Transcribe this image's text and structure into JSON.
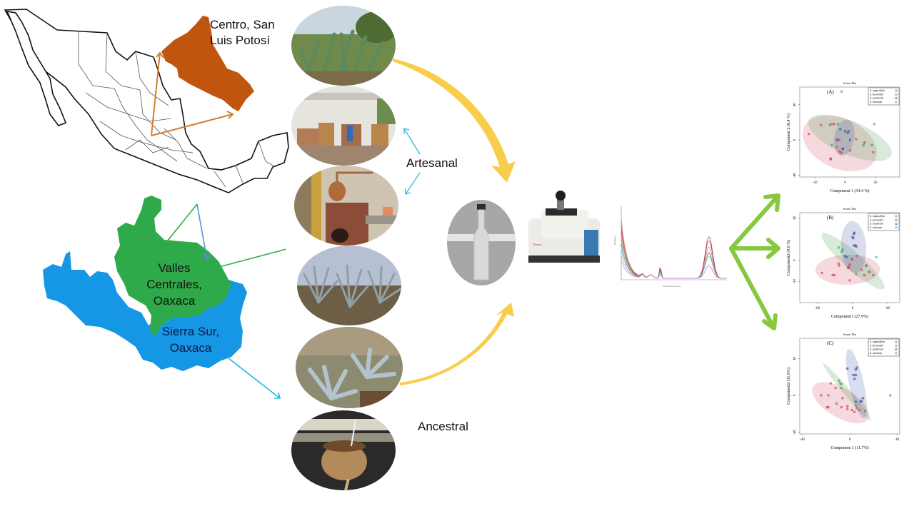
{
  "regions": {
    "slp": {
      "label": "Centro, San Luis Potosí",
      "color": "#c0560d"
    },
    "valles": {
      "label": "Valles Centrales, Oaxaca",
      "color": "#2faa4a"
    },
    "sierra": {
      "label": "Sierra Sur, Oaxaca",
      "color": "#1597e5"
    }
  },
  "process_labels": {
    "artesanal": "Artesanal",
    "ancestral": "Ancestral"
  },
  "photos": [
    {
      "name": "agave-field-photo",
      "subject": "agave field, San Luis Potosí"
    },
    {
      "name": "artisanal-distillery-photo",
      "subject": "wooden fermentation tanks"
    },
    {
      "name": "copper-still-photo",
      "subject": "copper alembic still"
    },
    {
      "name": "blue-agave-photo",
      "subject": "agave plants Valles Centrales"
    },
    {
      "name": "wild-agave-photo",
      "subject": "agave plants Sierra Sur"
    },
    {
      "name": "clay-pot-distillation-photo",
      "subject": "ancestral clay pot distillation"
    },
    {
      "name": "mezcal-bottle-photo",
      "subject": "mezcal sample bottle"
    },
    {
      "name": "ftir-spectrometer-photo",
      "subject": "FTIR spectrometer"
    }
  ],
  "colors": {
    "arrow_yellow": "#f8cd4c",
    "arrow_green": "#86c940",
    "arrow_orange": "#d2802a",
    "arrow_cyan": "#27b5dc"
  },
  "chart_data": [
    {
      "type": "line",
      "title": "",
      "xlabel": "Wavenumber (cm-1)",
      "ylabel": "Absorbance",
      "description": "Overlaid FTIR spectra of mezcal samples, strong peak region on right side",
      "series_count": 8
    },
    {
      "type": "scatter",
      "title": "Scores Plot",
      "panel": "(A)",
      "xlabel": "Component 1 (34.4 %)",
      "ylabel": "Component 2 (8.4 %)",
      "xticks": [
        "-50",
        "0",
        "50"
      ],
      "yticks": [
        "-40",
        "0",
        "40"
      ],
      "xlim": [
        -75,
        90
      ],
      "ylim": [
        -42,
        60
      ],
      "legend": [
        "A. angustifolia",
        "A. karwinskii",
        "A. potatorum",
        "A. salmiana"
      ],
      "legend_position": "top-right",
      "series": [
        {
          "name": "A. angustifolia",
          "color": "#d2405a",
          "points": [
            [
              -60,
              7
            ],
            [
              -40,
              17
            ],
            [
              -22,
              18
            ],
            [
              -18,
              18
            ],
            [
              -10,
              -13
            ],
            [
              -8,
              -14
            ],
            [
              -6,
              -15
            ],
            [
              -24,
              -21
            ],
            [
              -24,
              -22
            ],
            [
              -12,
              0
            ],
            [
              -14,
              -8
            ],
            [
              8,
              -12
            ],
            [
              18,
              1
            ],
            [
              32,
              -3
            ],
            [
              46,
              -14
            ],
            [
              -10,
              0
            ]
          ]
        },
        {
          "name": "A. karwinskii",
          "color": "#3a9b4a",
          "points": [
            [
              -25,
              17
            ],
            [
              -12,
              18
            ],
            [
              -22,
              -6
            ],
            [
              30,
              -6
            ],
            [
              44,
              -6
            ],
            [
              32,
              -3
            ]
          ]
        },
        {
          "name": "A. potatorum",
          "color": "#3b4fa0",
          "points": [
            [
              -8,
              12
            ],
            [
              0,
              10
            ],
            [
              4,
              8
            ],
            [
              6,
              10
            ],
            [
              -4,
              -10
            ],
            [
              -14,
              0
            ],
            [
              8,
              0
            ],
            [
              -4,
              -10
            ]
          ]
        },
        {
          "name": "A. salmiana",
          "color": "#27a3c7",
          "points": [
            [
              -6,
              55
            ],
            [
              48,
              18
            ]
          ]
        }
      ]
    },
    {
      "type": "scatter",
      "title": "Scores Plot",
      "panel": "(B)",
      "xlabel": "Component1 (27.9%)",
      "ylabel": "Component2 (9.6 %)",
      "xticks": [
        "-60",
        "0",
        "60"
      ],
      "yticks": [
        "-20",
        "0",
        "40"
      ],
      "xlim": [
        -90,
        80
      ],
      "ylim": [
        -40,
        45
      ],
      "legend": [
        "A. angustifolia",
        "A. karwinskii",
        "A. potatorum",
        "A. salmiana"
      ],
      "legend_position": "top-right",
      "series": [
        {
          "name": "A. angustifolia",
          "color": "#d2405a",
          "points": [
            [
              -52,
              -12
            ],
            [
              -34,
              -14
            ],
            [
              -31,
              -14
            ],
            [
              -24,
              -3
            ],
            [
              -23,
              -5
            ],
            [
              -8,
              -7
            ],
            [
              -7,
              -7
            ],
            [
              -6,
              -6
            ],
            [
              -5,
              -4
            ],
            [
              7,
              4
            ],
            [
              15,
              -9
            ],
            [
              20,
              -14
            ],
            [
              35,
              -14
            ],
            [
              -5,
              -19
            ]
          ]
        },
        {
          "name": "A. karwinskii",
          "color": "#3a9b4a",
          "points": [
            [
              -24,
              12
            ],
            [
              -17,
              10
            ],
            [
              -19,
              8
            ],
            [
              6,
              -13
            ],
            [
              28,
              -11
            ],
            [
              29,
              -11
            ]
          ]
        },
        {
          "name": "A. potatorum",
          "color": "#3b4fa0",
          "points": [
            [
              2,
              25
            ],
            [
              3,
              26
            ],
            [
              0,
              22
            ],
            [
              1,
              21
            ],
            [
              2,
              14
            ],
            [
              5,
              14
            ],
            [
              6,
              13
            ],
            [
              -13,
              4
            ],
            [
              -10,
              3
            ],
            [
              -1,
              1
            ],
            [
              23,
              -5
            ]
          ]
        },
        {
          "name": "A. salmiana",
          "color": "#27a3c7",
          "points": [
            [
              40,
              3
            ]
          ]
        }
      ]
    },
    {
      "type": "scatter",
      "title": "Scores Plot",
      "panel": "(C)",
      "xlabel": "Component 1 (11.7%)",
      "ylabel": "Component2 (11.6%)",
      "xticks": [
        "-40",
        "0",
        "40"
      ],
      "yticks": [
        "-40",
        "0",
        "40"
      ],
      "xlim": [
        -42,
        42
      ],
      "ylim": [
        -42,
        62
      ],
      "legend": [
        "A. angustifolia",
        "A. karwinskii",
        "A. potatorum",
        "A. salmiana"
      ],
      "legend_position": "top-right",
      "series": [
        {
          "name": "A. angustifolia",
          "color": "#d2405a",
          "points": [
            [
              -24,
              0
            ],
            [
              -18,
              0
            ],
            [
              -16,
              13
            ],
            [
              -12,
              8
            ],
            [
              -11,
              -9
            ],
            [
              -6,
              -3
            ],
            [
              -7,
              -13
            ],
            [
              -2,
              -12
            ],
            [
              -2,
              -15
            ],
            [
              2,
              -16
            ],
            [
              4,
              -18
            ],
            [
              6,
              -14
            ],
            [
              8,
              -16
            ],
            [
              -19,
              -13
            ],
            [
              -18,
              -13
            ]
          ]
        },
        {
          "name": "A. karwinskii",
          "color": "#3a9b4a",
          "points": [
            [
              -9,
              16
            ],
            [
              -8,
              13
            ],
            [
              -7,
              12
            ],
            [
              -7,
              8
            ],
            [
              5,
              -11
            ],
            [
              13,
              -17
            ]
          ]
        },
        {
          "name": "A. potatorum",
          "color": "#3b4fa0",
          "points": [
            [
              -2,
              29
            ],
            [
              3,
              22
            ],
            [
              5,
              28
            ],
            [
              6,
              30
            ],
            [
              5,
              22
            ],
            [
              4,
              18
            ],
            [
              9,
              -7
            ],
            [
              11,
              -3
            ],
            [
              10,
              -6
            ],
            [
              5,
              -7
            ]
          ]
        },
        {
          "name": "A. salmiana",
          "color": "#27a3c7",
          "points": [
            [
              34,
              0
            ]
          ]
        }
      ]
    }
  ]
}
